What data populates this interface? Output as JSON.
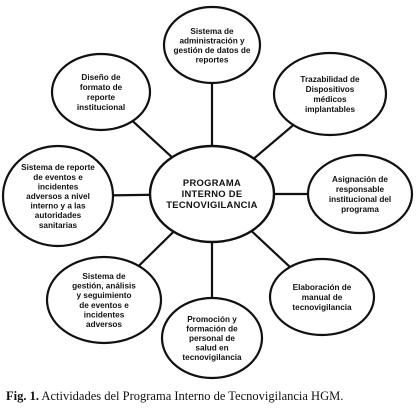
{
  "diagram": {
    "center": {
      "lines": [
        "PROGRAMA",
        "INTERNO DE",
        "TECNOVIGILANCIA"
      ]
    },
    "nodes": [
      {
        "id": "sistema-administracion",
        "lines": [
          "Sistema de",
          "administración y",
          "gestión de datos de",
          "reportes"
        ]
      },
      {
        "id": "trazabilidad",
        "lines": [
          "Trazabilidad de",
          "Dispositivos",
          "médicos",
          "implantables"
        ]
      },
      {
        "id": "asignacion-responsable",
        "lines": [
          "Asignación de",
          "responsable",
          "institucional del",
          "programa"
        ]
      },
      {
        "id": "elaboracion-manual",
        "lines": [
          "Elaboración de",
          "manual de",
          "tecnovigilancia"
        ]
      },
      {
        "id": "promocion-formacion",
        "lines": [
          "Promoción y",
          "formación de",
          "personal de",
          "salud en",
          "tecnovigilancia"
        ]
      },
      {
        "id": "sistema-gestion",
        "lines": [
          "Sistema de",
          "gestión, análisis",
          "y seguimiento",
          "de eventos e",
          "incidentes",
          "adversos"
        ]
      },
      {
        "id": "sistema-reporte",
        "lines": [
          "Sistema de reporte",
          "de eventos e",
          "incidentes",
          "adversos a nivel",
          "interno y a las",
          "autoridades",
          "sanitarias"
        ]
      },
      {
        "id": "diseno-formato",
        "lines": [
          "Diseño de",
          "formato de",
          "reporte",
          "institucional"
        ]
      }
    ]
  },
  "caption": {
    "label": "Fig. 1.",
    "text": "Actividades del Programa Interno de Tecnovigilancia HGM."
  }
}
